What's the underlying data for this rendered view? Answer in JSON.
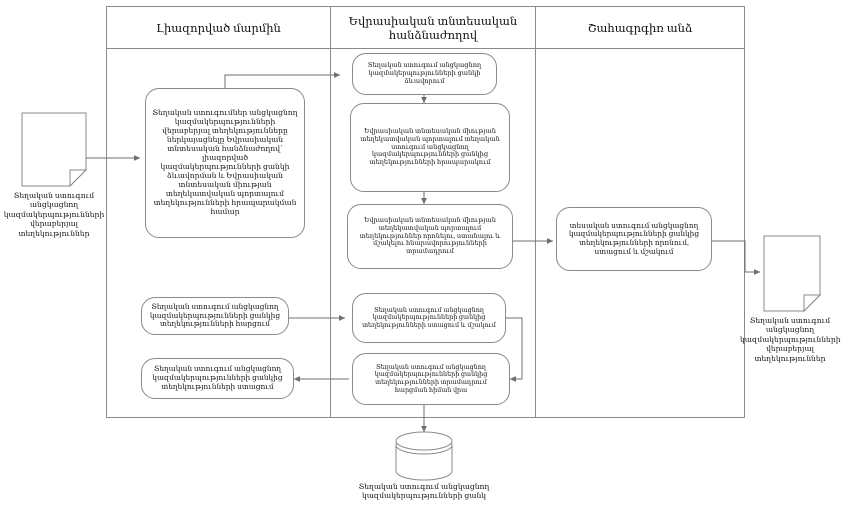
{
  "diagram": {
    "title": "Process flow diagram",
    "lanes": [
      {
        "id": "lane-initiating-body",
        "label": "Լիազորված մարմին"
      },
      {
        "id": "lane-eaeu-integration-segment",
        "label": "Եվրասիական տնտեսական հանձնաժողով"
      },
      {
        "id": "lane-interested-person",
        "label": "Շահագրգիռ անձ"
      }
    ],
    "documents": [
      {
        "id": "doc-input",
        "label": "Տեղական ստուգում անցկացնող կազմակերպությունների վերաբերյալ տեղեկություններ"
      },
      {
        "id": "doc-output",
        "label": "Տեղական ստուգում անցկացնող կազմակերպությունների վերաբերյալ տեղեկություններ"
      }
    ],
    "datastore": {
      "id": "db-registry",
      "label": "Տեղական ստուգում անցկացնող կազմակերպությունների ցանկ"
    },
    "nodes": [
      {
        "id": "node-submit-info",
        "label": "Տեղական ստուգումներ անցկացնող կազմակերպությունների վերաբերյալ տեղեկությունները ներկայացնելը Եվրասիական տնտեսական հանձնաժողով՝ լիազորված կազմակերպությունների ցանկի ձևավորման և Եվրասիական տնտեսական միության տեղեկատվական պորտալում տեղեկությունների հրապարակման համար"
      },
      {
        "id": "node-form-list",
        "label": "Տեղական ստուգում անցկացնող կազմակերպությունների ցանկի ձևավորում"
      },
      {
        "id": "node-publish-portal",
        "label": "Եվրասիական տնտեսական միության տեղեկատվական պորտալում տեղական ստուգում անցկացնող կազմակերպությունների ցանկից տեղեկությունների հրապարակում"
      },
      {
        "id": "node-provide-search",
        "label": "Եվրասիական տնտեսական միության տեղեկատվական պորտալում տեղեկություններ որոնելու, ստանալու և մշակելու հնարավորությունների տրամադրում"
      },
      {
        "id": "node-search-receive-process",
        "label": "տեսական ստուգում անցկացնող կազմակերպությունների ցանկից տեղեկությունների որոնում, ստացում և մշակում"
      },
      {
        "id": "node-request-info",
        "label": "Տեղական ստուգում անցկացնող կազմակերպությունների ցանկից տեղեկությունների հարցում"
      },
      {
        "id": "node-receive-info",
        "label": "Տեղական ստուգում անցկացնող կազմակերպությունների ցանկից տեղեկությունների ստացում"
      },
      {
        "id": "node-receive-and-process",
        "label": "Տեղական ստուգում անցկացնող կազմակերպությունների ցանկից տեղեկությունների ստացում և մշակում"
      },
      {
        "id": "node-provide-on-request",
        "label": "Տեղական ստուգում անցկացնող կազմակերպությունների ցանկից տեղեկությունների տրամադրում հարցման հիման վրա"
      }
    ],
    "colors": {
      "stroke": "#8a8a8a",
      "arrow": "#6f6f6f",
      "frame": "#8a8a8a",
      "background": "#ffffff",
      "text": "#141414"
    }
  }
}
